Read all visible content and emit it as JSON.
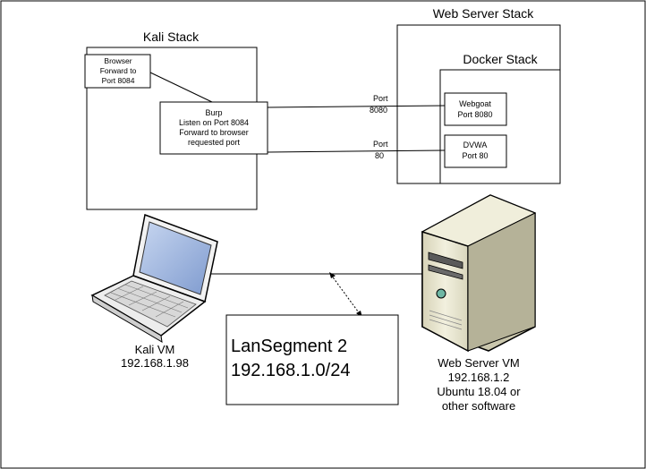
{
  "kali_stack": {
    "title": "Kali Stack"
  },
  "browser": {
    "lines": [
      "Browser",
      "Forward to",
      "Port 8084"
    ]
  },
  "burp": {
    "lines": [
      "Burp",
      "Listen on Port 8084",
      "Forward to browser",
      "requested port"
    ]
  },
  "web_server_stack": {
    "title": "Web Server Stack"
  },
  "docker_stack": {
    "title": "Docker Stack"
  },
  "webgoat": {
    "lines": [
      "Webgoat",
      "Port 8080"
    ]
  },
  "dvwa": {
    "lines": [
      "DVWA",
      "Port 80"
    ]
  },
  "link_8080": {
    "lines": [
      "Port",
      "8080"
    ]
  },
  "link_80": {
    "lines": [
      "Port",
      "80"
    ]
  },
  "kali_vm": {
    "lines": [
      "Kali VM",
      "192.168.1.98"
    ]
  },
  "lan_segment": {
    "lines": [
      "LanSegment 2",
      "192.168.1.0/24"
    ]
  },
  "web_server_vm": {
    "lines": [
      "Web Server VM",
      "192.168.1.2",
      "Ubuntu 18.04 or",
      "other software"
    ]
  },
  "icons": {
    "laptop": "laptop-icon",
    "server": "server-tower-icon"
  },
  "colors": {
    "line": "#000000",
    "screen": "#9fb6dc",
    "server_body": "#e9e6cf",
    "server_side": "#a9a68e"
  }
}
